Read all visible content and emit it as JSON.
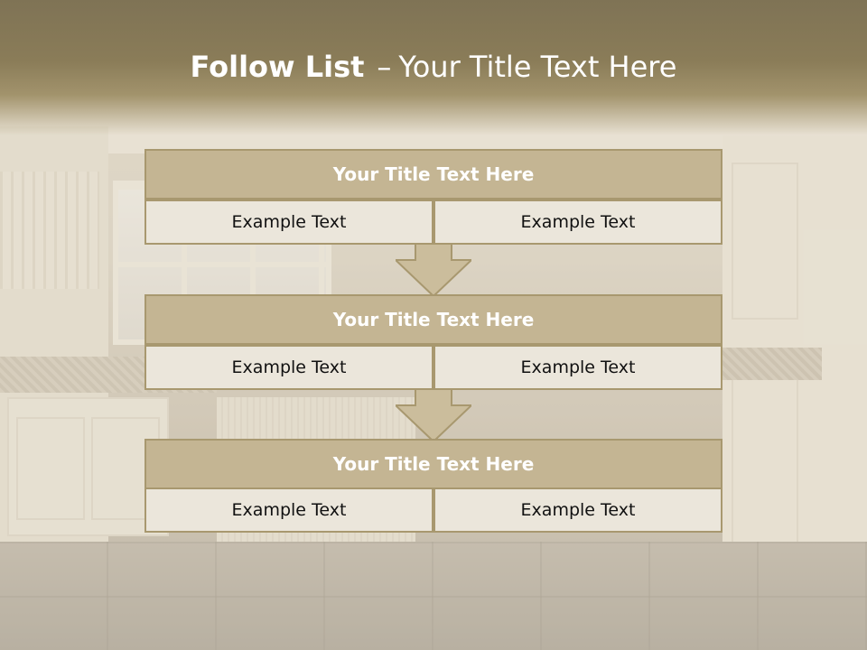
{
  "header": {
    "title_bold": "Follow List",
    "title_separator": "–",
    "title_rest": "Your Title Text Here"
  },
  "steps": [
    {
      "title": "Your Title Text Here",
      "left": "Example Text",
      "right": "Example Text"
    },
    {
      "title": "Your Title Text Here",
      "left": "Example Text",
      "right": "Example Text"
    },
    {
      "title": "Your Title Text Here",
      "left": "Example Text",
      "right": "Example Text"
    }
  ],
  "colors": {
    "header": "#857852",
    "title_box": "#c4b593",
    "border": "#a8986f",
    "cell": "#ebe6db",
    "arrow": "#cbbd9c"
  }
}
